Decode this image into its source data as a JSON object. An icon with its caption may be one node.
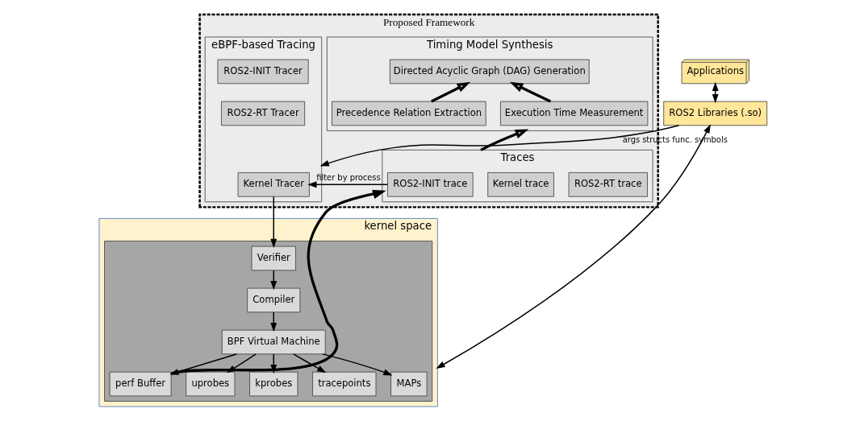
{
  "diagram": {
    "nodes": [
      {
        "text": [
          "Proposed Framework"
        ]
      },
      {
        "text": [
          "Timing Model Synthesis"
        ],
        "in": 0
      },
      {
        "text": [
          "Directed Acyclic Graph (DAG) Generation"
        ],
        "in": 1
      },
      {
        "text": [
          "Precedence Relation Extraction"
        ],
        "in": 1
      },
      {
        "text": [
          "Execution Time Measurement"
        ],
        "in": 1
      },
      {
        "text": [
          "Traces"
        ],
        "in": 0
      },
      {
        "text": [
          "ROS2-RT trace"
        ],
        "in": 5
      },
      {
        "text": [
          "Kernel trace"
        ],
        "in": 5
      },
      {
        "text": [
          "ROS2-INIT trace"
        ],
        "in": 5
      },
      {
        "text": [
          "eBPF-based Tracing"
        ],
        "in": 0
      },
      {
        "text": [
          "ROS2-INIT Tracer"
        ],
        "in": 9
      },
      {
        "text": [
          "ROS2-RT Tracer"
        ],
        "in": 9
      },
      {
        "text": [
          "Kernel Tracer"
        ],
        "in": 9
      },
      {
        "text": [
          "Applications"
        ]
      },
      {
        "text": [
          "ROS2 Libraries (.so)"
        ]
      },
      {
        "text": [
          "kernel space"
        ]
      },
      {
        "text": [],
        "shape": "box",
        "in": 15
      },
      {
        "text": [
          "Verifier"
        ],
        "in": 16
      },
      {
        "text": [
          "Compiler"
        ],
        "in": 16
      },
      {
        "text": [
          "BPF Virtual Machine"
        ],
        "in": 16
      },
      {
        "text": [
          "perf Buffer"
        ],
        "in": 16
      },
      {
        "text": [
          "uprobes"
        ],
        "in": 16
      },
      {
        "text": [
          "kprobes"
        ],
        "in": 16
      },
      {
        "text": [
          "tracepoints"
        ],
        "in": 16
      },
      {
        "text": [
          "MAPs"
        ],
        "in": 16
      }
    ],
    "edges": [
      {
        "from": 3,
        "to": 2,
        "arrow": "to",
        "style": "thick"
      },
      {
        "from": 4,
        "to": 2,
        "arrow": "to",
        "style": "thick"
      },
      {
        "from": 5,
        "to": 1,
        "arrow": "to",
        "style": "thick"
      },
      {
        "from": 8,
        "to": 12,
        "arrow": "to",
        "label": "filter by process"
      },
      {
        "from": 14,
        "to": 9,
        "arrow": "to",
        "label": "args structs func. symbols"
      },
      {
        "from": 13,
        "to": 14,
        "arrow": "both"
      },
      {
        "from": 14,
        "to": 15,
        "arrow": "both"
      },
      {
        "from": 12,
        "to": 17,
        "arrow": "to"
      },
      {
        "from": 17,
        "to": 18,
        "arrow": "to"
      },
      {
        "from": 18,
        "to": 19,
        "arrow": "to"
      },
      {
        "from": 19,
        "to": 20,
        "arrow": "to"
      },
      {
        "from": 19,
        "to": 21,
        "arrow": "to"
      },
      {
        "from": 19,
        "to": 22,
        "arrow": "to"
      },
      {
        "from": 19,
        "to": 23,
        "arrow": "to"
      },
      {
        "from": 19,
        "to": 24,
        "arrow": "to"
      },
      {
        "from": 20,
        "to": 5,
        "arrow": "to",
        "style": "thick"
      }
    ]
  }
}
